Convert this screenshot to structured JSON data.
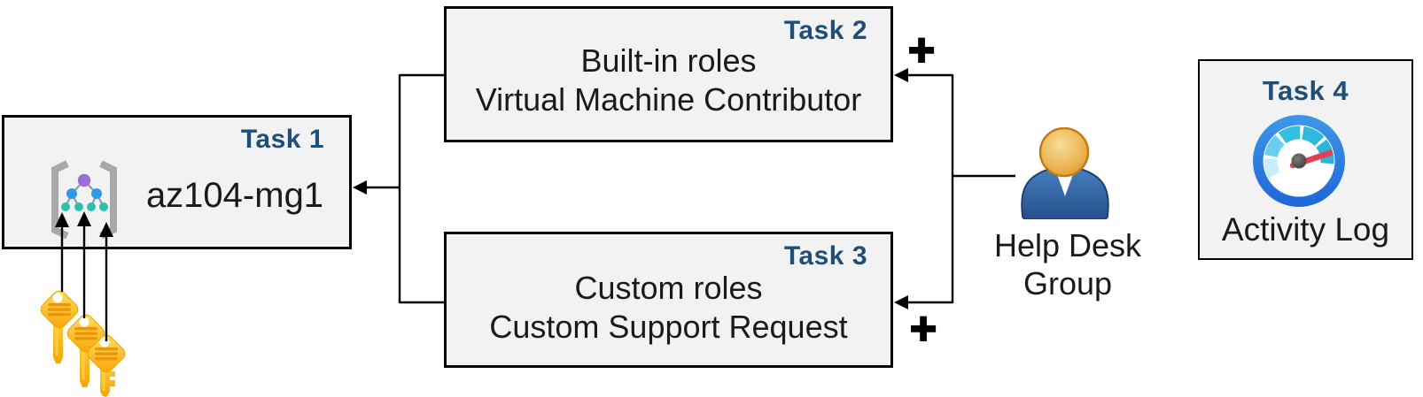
{
  "page": {
    "background": "#ffffff"
  },
  "palette": {
    "box_fill": "#f2f2f2",
    "box_border": "#000000",
    "task_label_color": "#1f4e79",
    "text_color": "#1a1a1a",
    "connector_color": "#000000",
    "key_gold": "#f6a508",
    "gauge_ring_blue": "#2b7ce0",
    "gauge_needle_red": "#e93e4d",
    "person_body_blue": "#34699f",
    "person_head_orange": "#e2a135"
  },
  "task1": {
    "label": "Task 1",
    "title": "az104-mg1",
    "icon": "management-group-icon"
  },
  "task2": {
    "label": "Task 2",
    "line1": "Built-in roles",
    "line2": "Virtual Machine Contributor"
  },
  "task3": {
    "label": "Task 3",
    "line1": "Custom roles",
    "line2": "Custom Support Request"
  },
  "task4": {
    "label": "Task 4",
    "caption": "Activity Log",
    "icon": "activity-log-gauge-icon"
  },
  "help_desk": {
    "line1": "Help Desk",
    "line2": "Group",
    "icon": "person-icon"
  },
  "keys": {
    "icon": "keys-icon",
    "count": 3
  },
  "plus": "+",
  "connections": [
    {
      "from": "task2-built-in-roles",
      "to": "task1-az104-mg1",
      "style": "arrow"
    },
    {
      "from": "task3-custom-roles",
      "to": "task1-az104-mg1",
      "style": "arrow"
    },
    {
      "from": "help-desk-group",
      "to": "task2-built-in-roles",
      "style": "arrow",
      "annotation": "+"
    },
    {
      "from": "help-desk-group",
      "to": "task3-custom-roles",
      "style": "arrow",
      "annotation": "+"
    },
    {
      "from": "keys",
      "to": "task1-management-group-icon",
      "style": "arrows-up",
      "count": 3
    }
  ]
}
